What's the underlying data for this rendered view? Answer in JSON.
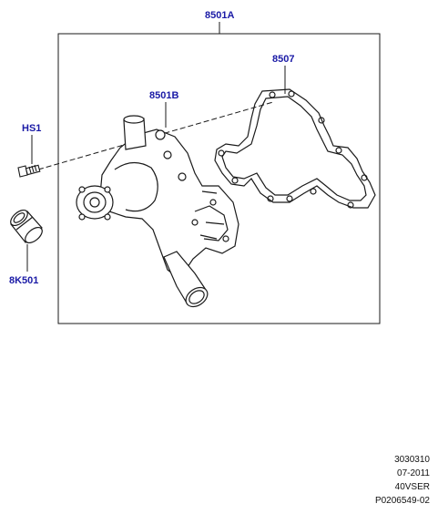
{
  "callouts": {
    "assembly": "8501A",
    "pump": "8501B",
    "gasket": "8507",
    "bolt": "HS1",
    "fitting": "8K501"
  },
  "footer": {
    "line1": "3030310",
    "line2": "07-2011",
    "line3": "40VSER",
    "line4": "P0206549-02"
  },
  "colors": {
    "callout_text": "#1a1aa6",
    "line_art": "#1a1a1a"
  }
}
